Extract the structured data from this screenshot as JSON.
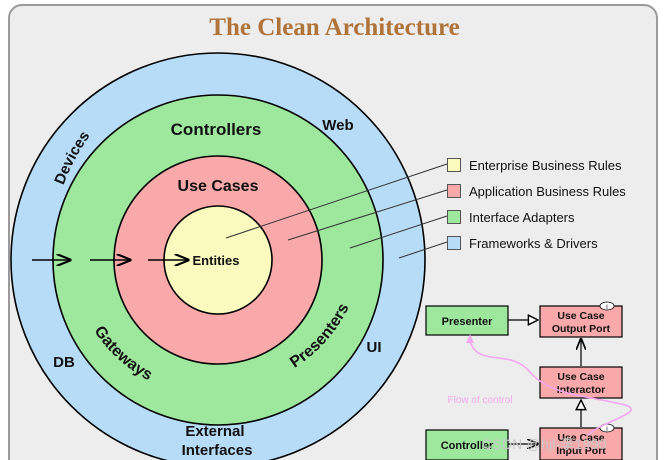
{
  "title": "The Clean Architecture",
  "rings": {
    "outer": [
      "Devices",
      "Web",
      "DB",
      "UI",
      "External Interfaces"
    ],
    "green": [
      "Controllers",
      "Gateways",
      "Presenters"
    ],
    "red": "Use Cases",
    "core": "Entities"
  },
  "legend": [
    {
      "label": "Enterprise Business Rules",
      "color": "#fafabf"
    },
    {
      "label": "Application Business Rules",
      "color": "#f9a9a9"
    },
    {
      "label": "Interface Adapters",
      "color": "#9de89d"
    },
    {
      "label": "Frameworks & Drivers",
      "color": "#b6dcf7"
    }
  ],
  "flow": {
    "presenter": "Presenter",
    "output_port": [
      "Use Case",
      "Output Port"
    ],
    "interactor": [
      "Use Case",
      "Interactor"
    ],
    "controller": "Controller",
    "input_port": [
      "Use Case",
      "Input Port"
    ],
    "flow_label": "Flow of control",
    "marker_i": "I"
  },
  "watermark": "CSDN @hjl-李1990",
  "colors": {
    "outer": "#b6dcf7",
    "green": "#9de89d",
    "red": "#f9a9a9",
    "core": "#fafabf",
    "title": "#b0733a",
    "flow": "#f4a8f0"
  }
}
